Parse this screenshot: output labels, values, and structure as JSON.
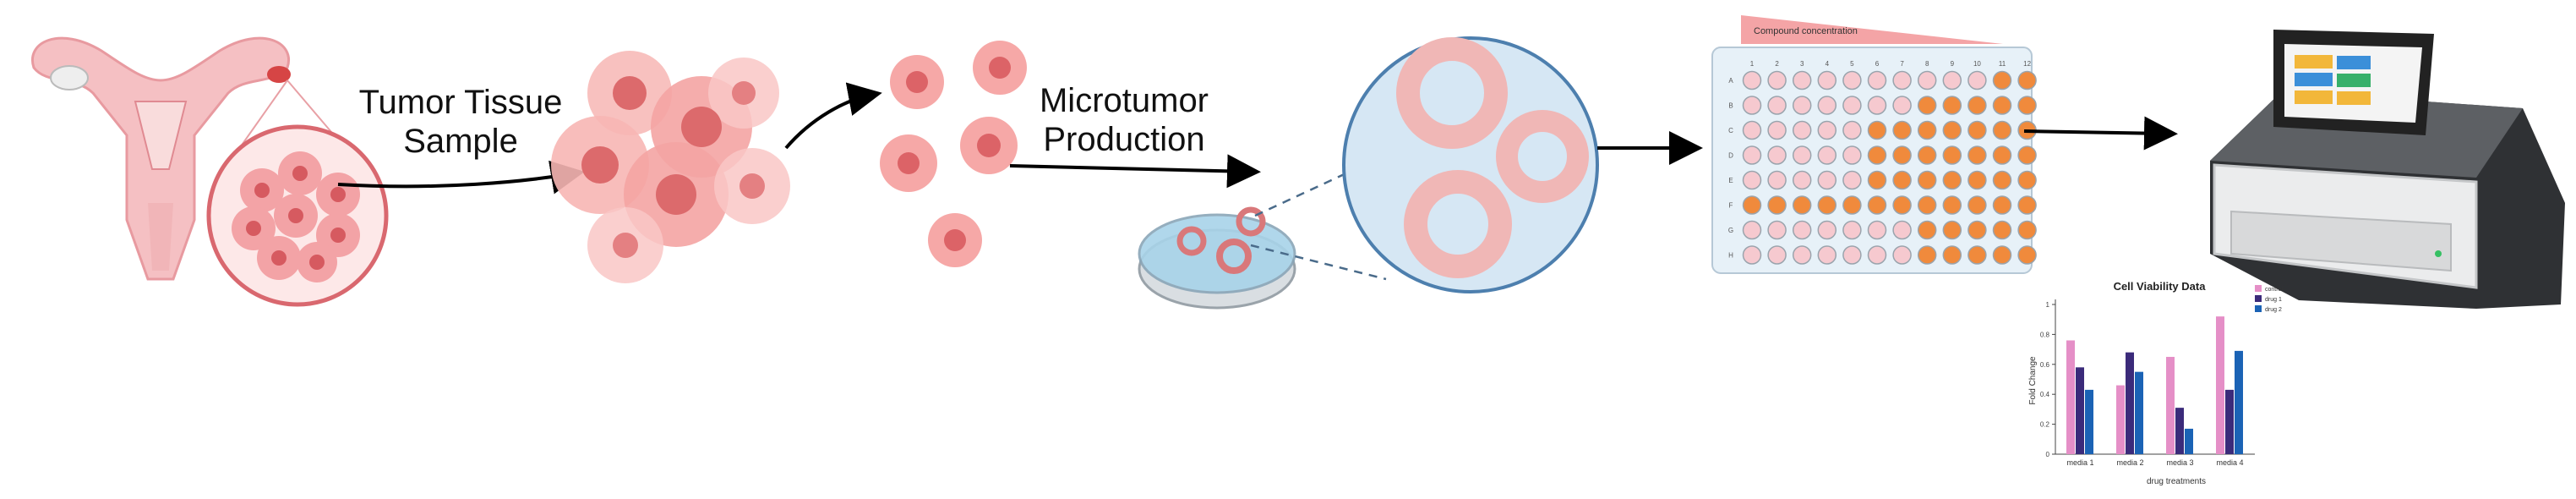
{
  "steps": {
    "tumor_label_line1": "Tumor Tissue",
    "tumor_label_line2": "Sample",
    "micro_label_line1": "Microtumor",
    "micro_label_line2": "Production"
  },
  "plate": {
    "header": "Compound concentration",
    "columns": [
      "1",
      "2",
      "3",
      "4",
      "5",
      "6",
      "7",
      "8",
      "9",
      "10",
      "11",
      "12"
    ],
    "rows": [
      "A",
      "B",
      "C",
      "D",
      "E",
      "F",
      "G",
      "H"
    ],
    "colors": {
      "empty": "#f6c9cf",
      "filled": "#f08a3c",
      "frame": "#e6f1f8"
    }
  },
  "chart_data": {
    "type": "bar",
    "title": "Cell Viability Data",
    "xlabel": "drug treatments",
    "ylabel": "Fold Change",
    "categories": [
      "media 1",
      "media 2",
      "media 3",
      "media 4"
    ],
    "yticks": [
      "0",
      "0.2",
      "0.4",
      "0.6",
      "0.8",
      "1"
    ],
    "ylim": [
      0,
      1
    ],
    "series": [
      {
        "name": "control",
        "color": "#e58fc7",
        "values": [
          0.76,
          0.46,
          0.65,
          0.92
        ]
      },
      {
        "name": "drug 1",
        "color": "#3b2b7a",
        "values": [
          0.58,
          0.68,
          0.31,
          0.43
        ]
      },
      {
        "name": "drug 2",
        "color": "#1b63b5",
        "values": [
          0.43,
          0.55,
          0.17,
          0.69
        ]
      }
    ],
    "legend": "top-right",
    "grid": false
  }
}
